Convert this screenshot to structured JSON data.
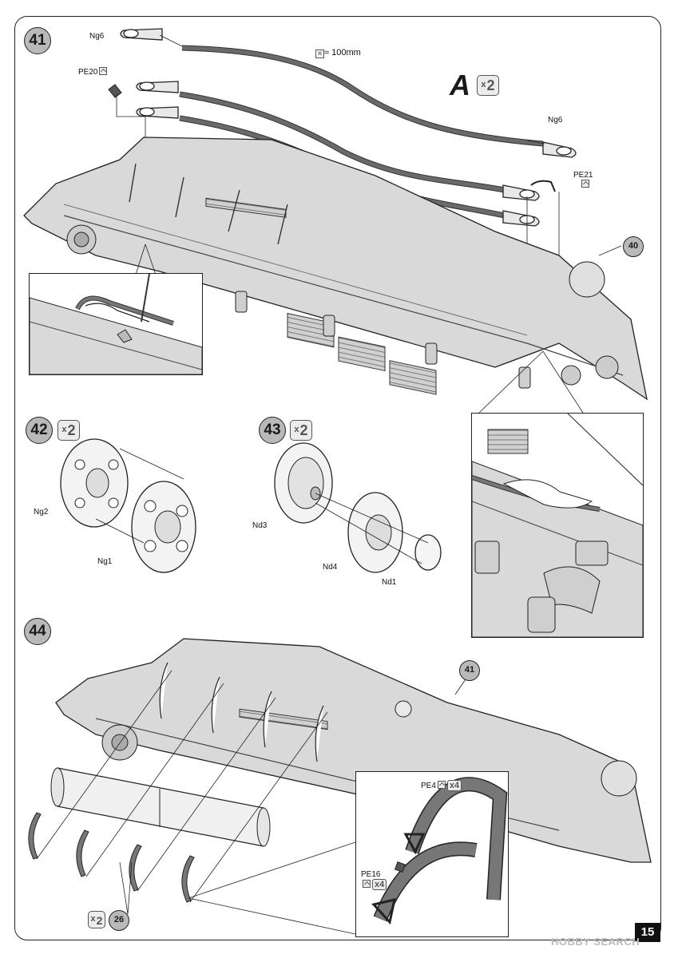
{
  "page": {
    "number": "15"
  },
  "watermark": "HOBBY SEARCH",
  "steps": {
    "s41": {
      "badge": "41",
      "set_letter": "A",
      "set_qty": "2",
      "cable_note": "≈ 100mm",
      "labels": {
        "ng6_left": "Ng6",
        "ng6_right": "Ng6",
        "pe20": "PE20",
        "pe21": "PE21"
      },
      "ref_badge": "40"
    },
    "s42": {
      "badge": "42",
      "qty": "2",
      "labels": {
        "ng2": "Ng2",
        "ng1": "Ng1"
      }
    },
    "s43": {
      "badge": "43",
      "qty": "2",
      "labels": {
        "nd3": "Nd3",
        "nd4": "Nd4",
        "nd1": "Nd1"
      }
    },
    "s44": {
      "badge": "44",
      "ref_badge": "41",
      "qty": "2",
      "ref_badge_bottom": "26",
      "labels": {
        "pe4": "PE4",
        "pe4_qty": "4",
        "pe16": "PE16",
        "pe16_qty": "4"
      }
    }
  },
  "colors": {
    "hull": "#d9d9d9",
    "outline": "#222222",
    "badge": "#b9b9b9",
    "cable": "#555555"
  }
}
